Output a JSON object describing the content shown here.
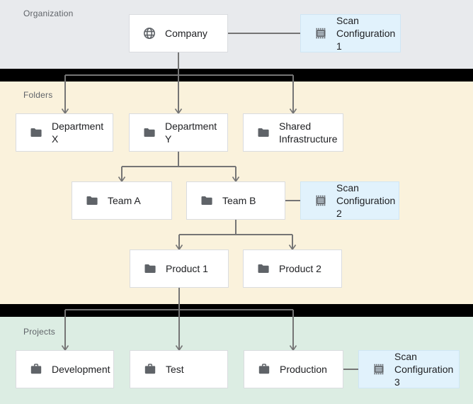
{
  "sections": {
    "organization": {
      "label": "Organization"
    },
    "folders": {
      "label": "Folders"
    },
    "projects": {
      "label": "Projects"
    }
  },
  "nodes": {
    "company": {
      "label": "Company",
      "icon": "globe-icon"
    },
    "scan_config_1": {
      "label": "Scan Configuration 1",
      "icon": "scan-config-icon"
    },
    "department_x": {
      "label": "Department X",
      "icon": "folder-icon"
    },
    "department_y": {
      "label": "Department Y",
      "icon": "folder-icon"
    },
    "shared_infrastructure": {
      "label": "Shared Infrastructure",
      "icon": "folder-icon"
    },
    "team_a": {
      "label": "Team A",
      "icon": "folder-icon"
    },
    "team_b": {
      "label": "Team B",
      "icon": "folder-icon"
    },
    "scan_config_2": {
      "label": "Scan Configuration 2",
      "icon": "scan-config-icon"
    },
    "product_1": {
      "label": "Product 1",
      "icon": "folder-icon"
    },
    "product_2": {
      "label": "Product 2",
      "icon": "folder-icon"
    },
    "development": {
      "label": "Development",
      "icon": "briefcase-icon"
    },
    "test": {
      "label": "Test",
      "icon": "briefcase-icon"
    },
    "production": {
      "label": "Production",
      "icon": "briefcase-icon"
    },
    "scan_config_3": {
      "label": "Scan Configuration 3",
      "icon": "scan-config-icon"
    }
  },
  "edges": [
    "company -> department_x",
    "company -> department_y",
    "company -> shared_infrastructure",
    "company - scan_config_1",
    "department_y -> team_a",
    "department_y -> team_b",
    "team_b - scan_config_2",
    "team_b -> product_1",
    "team_b -> product_2",
    "product_1 -> development",
    "product_1 -> test",
    "product_1 -> production",
    "production - scan_config_3"
  ],
  "colors": {
    "organization_bg": "#E8EAED",
    "folders_bg": "#FAF2DC",
    "projects_bg": "#DCEDE3",
    "scan_config_bg": "#E1F2FC",
    "node_bg": "#FFFFFF",
    "node_border": "#DADCE0",
    "divider": "#000000",
    "connector": "#757575",
    "icon": "#5F6368",
    "label_text": "#202124",
    "section_label_text": "#5F6368"
  }
}
